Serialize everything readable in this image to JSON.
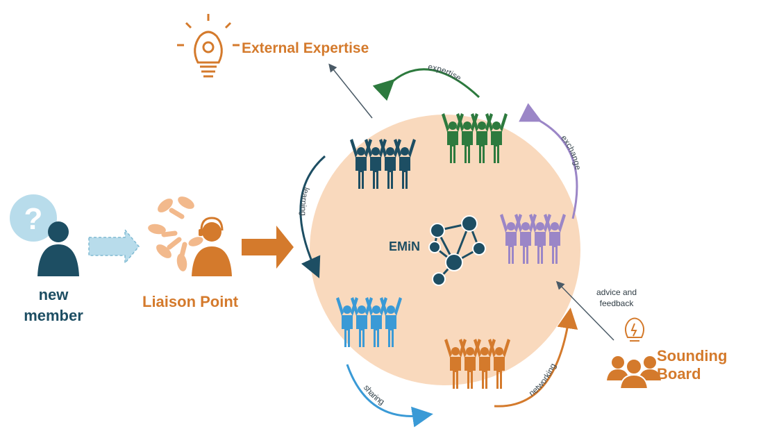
{
  "labels": {
    "new_member": "new member",
    "liaison_point": "Liaison Point",
    "external_expertise": "External Expertise",
    "sounding_board": "Sounding Board",
    "emin": "EMiN",
    "advice_feedback": "advice and feedback"
  },
  "flow_labels": {
    "expertise": "expertise",
    "exchange": "exchange",
    "learning": "learning",
    "sharing": "sharing",
    "networking": "networking"
  },
  "colors": {
    "circle": "#f9d9bd",
    "orange": "#d47a2c",
    "navy": "#1d4e63",
    "green": "#2d7a3e",
    "purple": "#9b86c7",
    "blue": "#3a9ad6",
    "light_blue": "#b8dceb",
    "hand": "#f2b98c"
  }
}
